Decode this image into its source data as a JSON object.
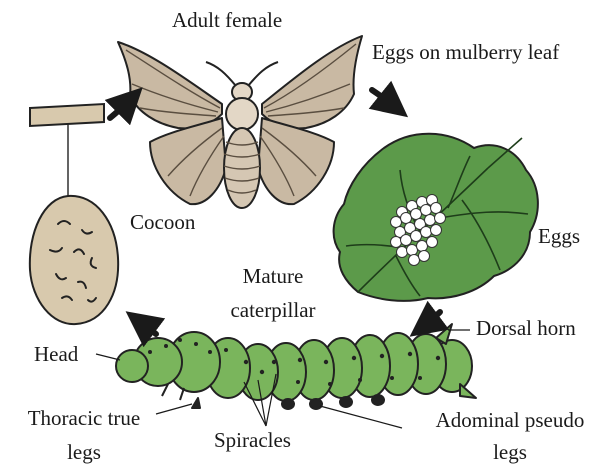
{
  "stages": {
    "adult": "Adult female",
    "eggs_on_leaf": "Eggs on mulberry leaf",
    "eggs": "Eggs",
    "cocoon": "Cocoon",
    "caterpillar_line1": "Mature",
    "caterpillar_line2": "caterpillar"
  },
  "parts": {
    "head": "Head",
    "dorsal_horn": "Dorsal horn",
    "thoracic_line1": "Thoracic true",
    "thoracic_line2": "legs",
    "spiracles": "Spiracles",
    "abdominal_line1": "Adominal pseudo",
    "abdominal_line2": "legs"
  },
  "colors": {
    "moth_wing": "#c9b9a3",
    "cocoon": "#d8c9ad",
    "leaf": "#5c9a4a",
    "caterpillar": "#7ab55c",
    "outline": "#222222"
  },
  "icons": [
    "moth-illustration",
    "cocoon-illustration",
    "mulberry-leaf-illustration",
    "egg-cluster-illustration",
    "caterpillar-illustration",
    "cycle-arrow-icon"
  ]
}
